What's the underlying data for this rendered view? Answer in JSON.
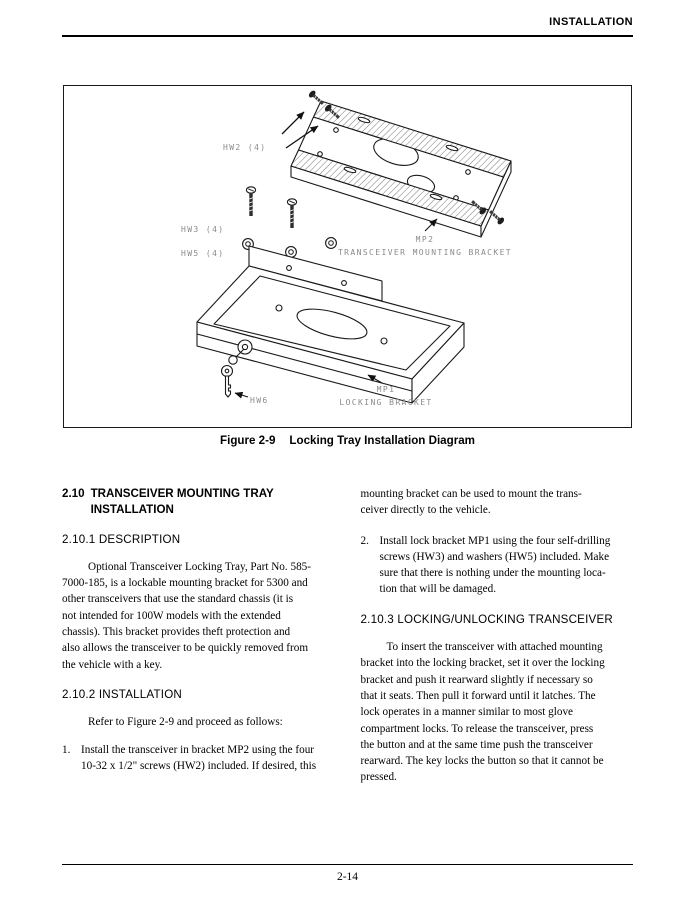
{
  "header": {
    "title": "INSTALLATION"
  },
  "figure": {
    "caption_label": "Figure 2-9",
    "caption_title": "Locking Tray Installation Diagram",
    "labels": {
      "hw2": "HW2 (4)",
      "hw3": "HW3 (4)",
      "hw5": "HW5 (4)",
      "mp2": "MP2",
      "mp2_desc": "TRANSCEIVER MOUNTING BRACKET",
      "mp1": "MP1",
      "mp1_desc": "LOCKING BRACKET",
      "hw6": "HW6"
    }
  },
  "left_column": {
    "heading_number": "2.10",
    "heading_title": "TRANSCEIVER MOUNTING TRAY\nINSTALLATION",
    "description_heading": "2.10.1 DESCRIPTION",
    "description_body": "Optional Transceiver Locking Tray, Part No. 585-\n7000-185, is a lockable mounting bracket for 5300 and\nother transceivers that use the standard chassis (it is\nnot intended for 100W models with the extended\nchassis). This bracket provides theft protection and\nalso allows the transceiver to be quickly removed from\nthe vehicle with a key.",
    "installation_heading": "2.10.2 INSTALLATION",
    "installation_intro": "Refer to Figure 2-9 and proceed as follows:",
    "step1_number": "1.",
    "step1_text": "Install the transceiver in bracket MP2 using the four\n10-32 x 1/2\" screws (HW2) included. If desired, this"
  },
  "right_column": {
    "step1_continuation": "mounting bracket can be used to mount the trans-\nceiver directly to the vehicle.",
    "step2_number": "2.",
    "step2_text": "Install lock bracket MP1 using the four self-drilling\nscrews (HW3) and washers (HW5) included. Make\nsure that there is nothing under the mounting loca-\ntion that will be damaged.",
    "locking_heading": "2.10.3 LOCKING/UNLOCKING TRANSCEIVER",
    "locking_body": "To insert the transceiver with attached mounting\nbracket into the locking bracket, set it over the locking\nbracket and push it rearward slightly if necessary so\nthat it seats. Then pull it forward until it latches. The\nlock operates in a manner similar to most glove\ncompartment locks. To release the transceiver, press\nthe button and at the same time push the transceiver\nrearward. The key locks the button so that it cannot be\npressed."
  },
  "footer": {
    "page_number": "2-14"
  }
}
